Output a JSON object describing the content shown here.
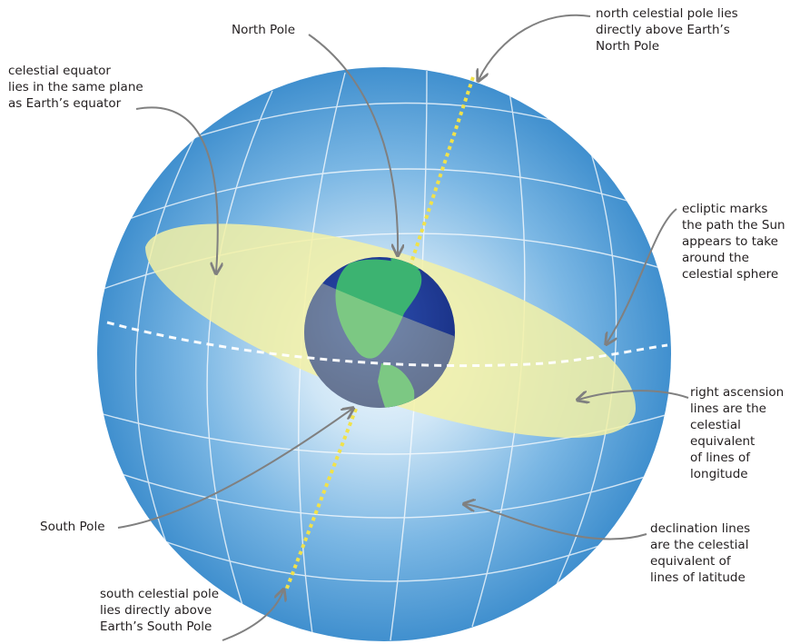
{
  "labels": {
    "north_pole": "North Pole",
    "south_pole": "South Pole",
    "ncp": [
      "north celestial pole lies",
      "directly above Earth’s",
      "North Pole"
    ],
    "celestial_equator": [
      "celestial equator",
      "lies in the same plane",
      "as Earth’s equator"
    ],
    "ecliptic": [
      "ecliptic marks",
      "the path the Sun",
      "appears to take",
      "around the",
      "celestial sphere"
    ],
    "right_ascension": [
      "right ascension",
      "lines are the",
      "celestial",
      "equivalent",
      "of lines of",
      "longitude"
    ],
    "declination": [
      "declination lines",
      "are the celestial",
      "equivalent of",
      "lines of latitude"
    ],
    "scp": [
      "south celestial pole",
      "lies directly above",
      "Earth’s South Pole"
    ]
  },
  "colors": {
    "sphere_center": "#f2f9fd",
    "sphere_edge": "#3a8fd0",
    "grid_lines": "#ffffff",
    "ecliptic_band": "#f3f1a6",
    "axis_dots": "#f1e24a",
    "earth_ocean": "#1f3f99",
    "earth_land": "#3cb371",
    "arrows": "#7f7f7f"
  }
}
